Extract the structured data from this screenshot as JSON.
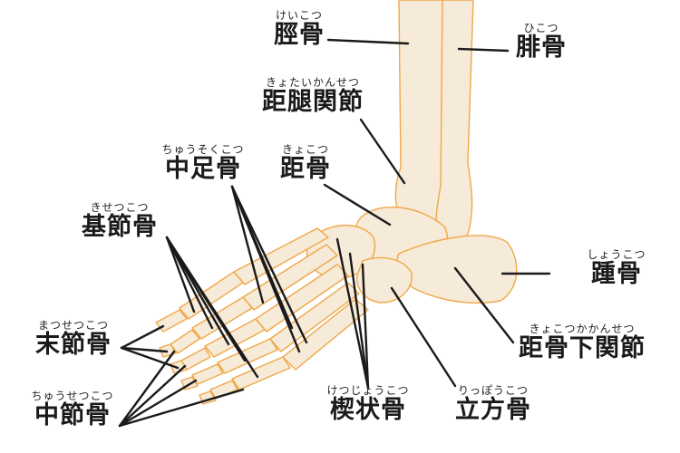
{
  "labels": {
    "tibia": {
      "ruby": "けいこつ",
      "name": "脛骨"
    },
    "fibula": {
      "ruby": "ひこつ",
      "name": "腓骨"
    },
    "ankle": {
      "ruby": "きょたいかんせつ",
      "name": "距腿関節"
    },
    "metatarsal": {
      "ruby": "ちゅうそくこつ",
      "name": "中足骨"
    },
    "talus": {
      "ruby": "きょこつ",
      "name": "距骨"
    },
    "proximal": {
      "ruby": "きせつこつ",
      "name": "基節骨"
    },
    "calcaneus": {
      "ruby": "しょうこつ",
      "name": "踵骨"
    },
    "distal": {
      "ruby": "まつせつこつ",
      "name": "末節骨"
    },
    "subtalar": {
      "ruby": "きょこつかかんせつ",
      "name": "距骨下関節"
    },
    "middle": {
      "ruby": "ちゅうせつこつ",
      "name": "中節骨"
    },
    "cuneiform": {
      "ruby": "けつじょうこつ",
      "name": "楔状骨"
    },
    "cuboid": {
      "ruby": "りっぽうこつ",
      "name": "立方骨"
    }
  },
  "colors": {
    "bone_fill": "#f6ead8",
    "bone_outline": "#f0a848",
    "leader_line": "#1a1a1a",
    "text": "#1a1a1a"
  }
}
